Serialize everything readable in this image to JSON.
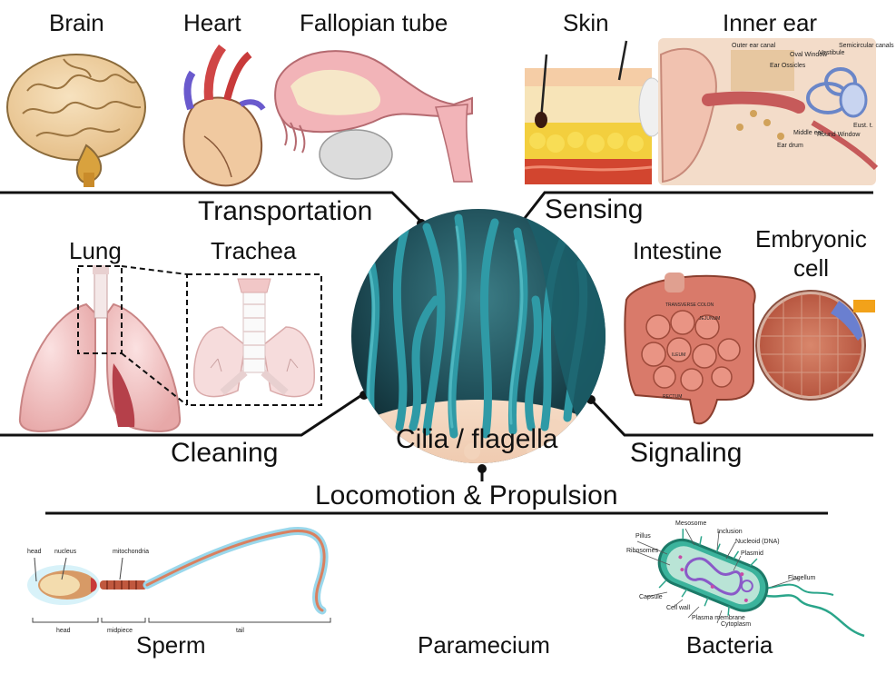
{
  "top": {
    "brain": "Brain",
    "heart": "Heart",
    "fallopian": "Fallopian tube",
    "skin": "Skin",
    "inner_ear": "Inner ear"
  },
  "ear_labels": {
    "outer_canal": "Outer ear canal",
    "ossicles": "Ear Ossicles",
    "oval_window": "Oval Window",
    "vestibule": "Vestibule",
    "semicircular": "Semicircular canals",
    "ear_drum": "Ear drum",
    "middle_ear": "Middle ear",
    "round_window": "Round Window",
    "eustachian": "Eust. t."
  },
  "middle": {
    "lung": "Lung",
    "trachea": "Trachea",
    "intestine": "Intestine",
    "embryonic_line1": "Embryonic",
    "embryonic_line2": "cell"
  },
  "intestine_labels": {
    "transverse": "TRANSVERSE COLON",
    "jejunum": "JEJUNUM",
    "ileum": "ILEUM",
    "rectum": "RECTUM"
  },
  "functions": {
    "transportation": "Transportation",
    "sensing": "Sensing",
    "cleaning": "Cleaning",
    "signaling": "Signaling",
    "center": "Cilia / flagella",
    "locomotion": "Locomotion & Propulsion"
  },
  "bottom": {
    "sperm": "Sperm",
    "paramecium": "Paramecium",
    "bacteria": "Bacteria"
  },
  "sperm_labels": {
    "head": "head",
    "nucleus": "nucleus",
    "mitochondria": "mitochondria",
    "head_seg": "head",
    "midpiece": "midpiece",
    "tail": "tail"
  },
  "bacteria_labels": {
    "mesosome": "Mesosome",
    "inclusion": "Inclusion",
    "pillus": "Pillus",
    "nucleoid": "Nucleoid (DNA)",
    "ribosomes": "Ribosomes",
    "plasmid": "Plasmid",
    "flagellum": "Flagellum",
    "capsule": "Capsule",
    "cell_wall": "Cell wall",
    "plasma_membrane": "Plasma membrane",
    "cytoplasm": "Cytoplasm"
  },
  "colors": {
    "cilia": "#2f9aa6",
    "cilia_dark": "#1b5f6a",
    "tissue": "#f0c7a8",
    "organ_pink": "#e9a9a4",
    "line": "#111111"
  }
}
